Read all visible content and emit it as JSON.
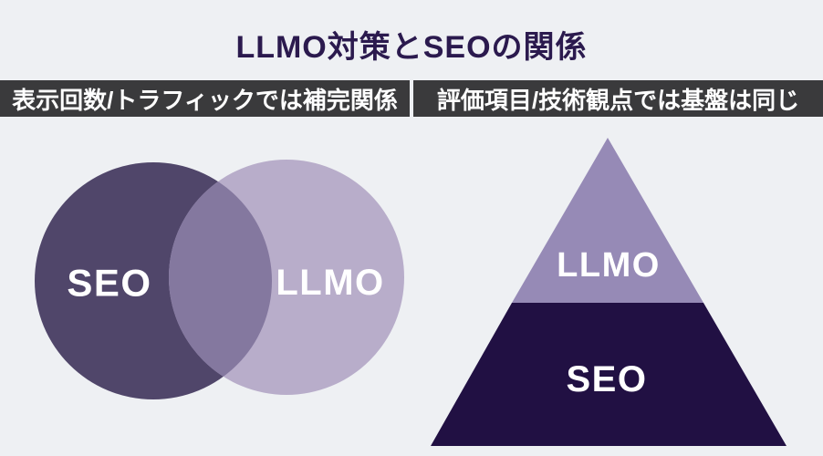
{
  "title": "LLMO対策とSEOの関係",
  "banners": {
    "left_label": "表示回数/トラフィックでは補完関係",
    "right_label": "評価項目/技術観点では基盤は同じ"
  },
  "venn": {
    "left_label": "SEO",
    "right_label": "LLMO"
  },
  "pyramid": {
    "top_label": "LLMO",
    "bottom_label": "SEO"
  },
  "colors": {
    "background": "#eef0f3",
    "title_text": "#2b1a4e",
    "banner_bg": "#3a3a3c",
    "banner_text": "#ffffff",
    "venn_seo_circle": "#50466a",
    "venn_llmo_circle": "#b8adca",
    "venn_overlap": "#84789f",
    "pyramid_top": "#968ab6",
    "pyramid_bottom": "#211043",
    "shape_label_text": "#ffffff"
  }
}
